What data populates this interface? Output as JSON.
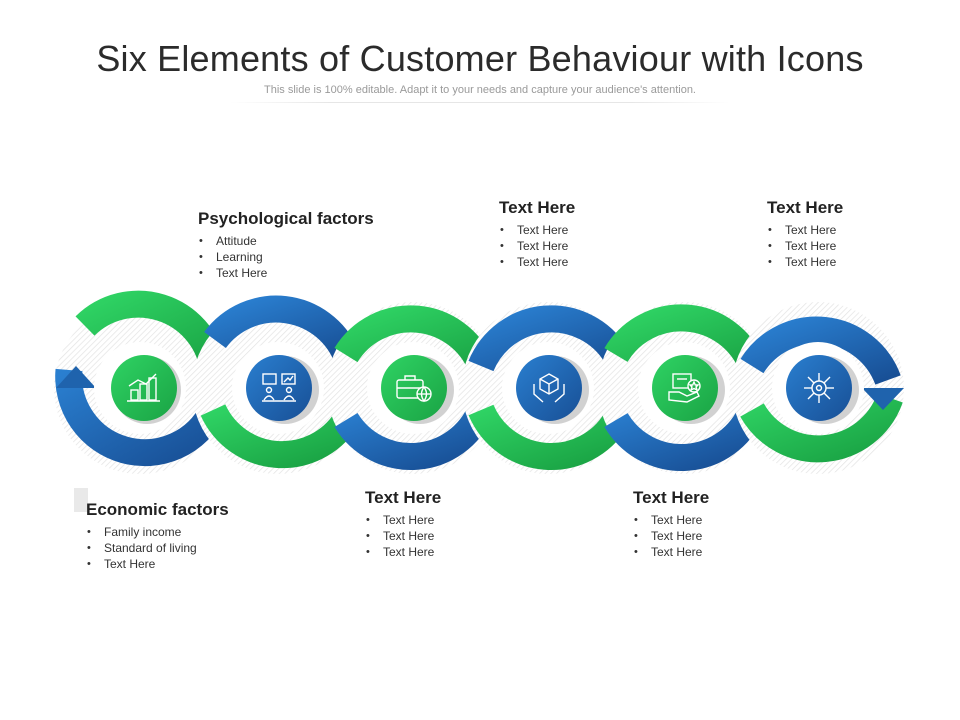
{
  "title": "Six Elements of Customer Behaviour with Icons",
  "subtitle": "This slide is 100% editable. Adapt it to your needs and capture your audience's attention.",
  "colors": {
    "green": "#22b24c",
    "blue": "#1f63ad",
    "green_light": "#2fd364",
    "blue_light": "#2a7fd0"
  },
  "steps": [
    {
      "icon": "finance-chart-icon",
      "color": "green",
      "label_position": "bottom",
      "heading": "Economic factors",
      "bullets": [
        "Family income",
        "Standard of living",
        "Text Here"
      ]
    },
    {
      "icon": "analytics-meeting-icon",
      "color": "blue",
      "label_position": "top",
      "heading": "Psychological factors",
      "bullets": [
        "Attitude",
        "Learning",
        "Text Here"
      ]
    },
    {
      "icon": "global-briefcase-icon",
      "color": "green",
      "label_position": "bottom",
      "heading": "Text Here",
      "bullets": [
        "Text Here",
        "Text Here",
        "Text Here"
      ]
    },
    {
      "icon": "package-hands-icon",
      "color": "blue",
      "label_position": "top",
      "heading": "Text Here",
      "bullets": [
        "Text Here",
        "Text Here",
        "Text Here"
      ]
    },
    {
      "icon": "product-rating-icon",
      "color": "green",
      "label_position": "bottom",
      "heading": "Text Here",
      "bullets": [
        "Text Here",
        "Text Here",
        "Text Here"
      ]
    },
    {
      "icon": "network-hub-icon",
      "color": "blue",
      "label_position": "top",
      "heading": "Text Here",
      "bullets": [
        "Text Here",
        "Text Here",
        "Text Here"
      ]
    }
  ]
}
